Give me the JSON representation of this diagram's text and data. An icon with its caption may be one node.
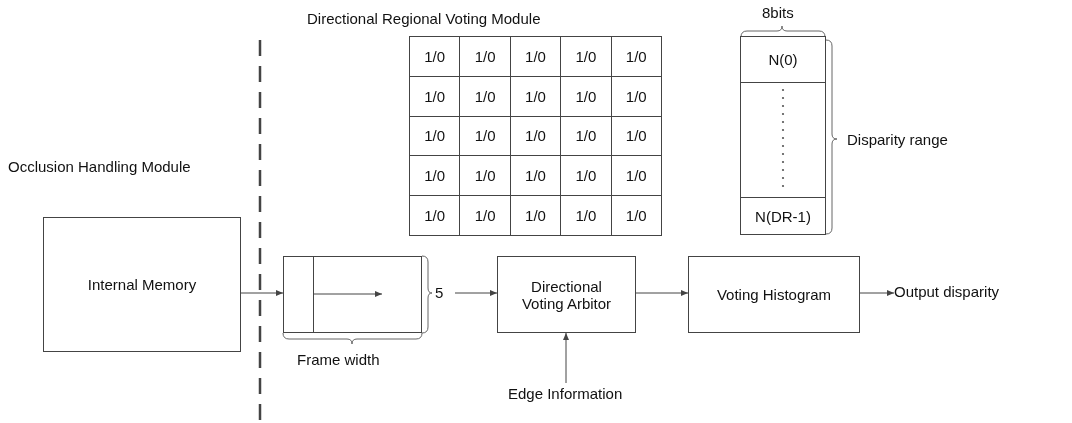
{
  "diagram": {
    "nodes": [
      {
        "text": [
          "Internal Memory"
        ]
      },
      {
        "text": [],
        "shape": "box"
      },
      {
        "text": [
          "Directional Voting Arbitor"
        ]
      },
      {
        "text": [
          "Voting Histogram"
        ]
      },
      {
        "text": [
          "Output disparity"
        ]
      },
      {
        "text": [
          "Edge Information"
        ]
      }
    ],
    "edges": [
      {
        "from": 0,
        "to": 1,
        "arrow": "to"
      },
      {
        "from": 1,
        "to": 2,
        "arrow": "to"
      },
      {
        "from": 2,
        "to": 3,
        "arrow": "to"
      },
      {
        "from": 3,
        "to": 4,
        "arrow": "to"
      },
      {
        "from": 5,
        "to": 2,
        "arrow": "to"
      }
    ],
    "labels": [
      "Directional Regional Voting Module",
      "8bits",
      "1/0",
      "1/0",
      "1/0",
      "1/0",
      "1/0",
      "1/0",
      "1/0",
      "1/0",
      "1/0",
      "1/0",
      "1/0",
      "1/0",
      "1/0",
      "1/0",
      "1/0",
      "1/0",
      "1/0",
      "1/0",
      "1/0",
      "1/0",
      "1/0",
      "1/0",
      "1/0",
      "1/0",
      "1/0",
      "N(0)",
      "N(DR-1)",
      "Occlusion Handling Module",
      "Disparity range",
      "5",
      "Frame width"
    ]
  }
}
